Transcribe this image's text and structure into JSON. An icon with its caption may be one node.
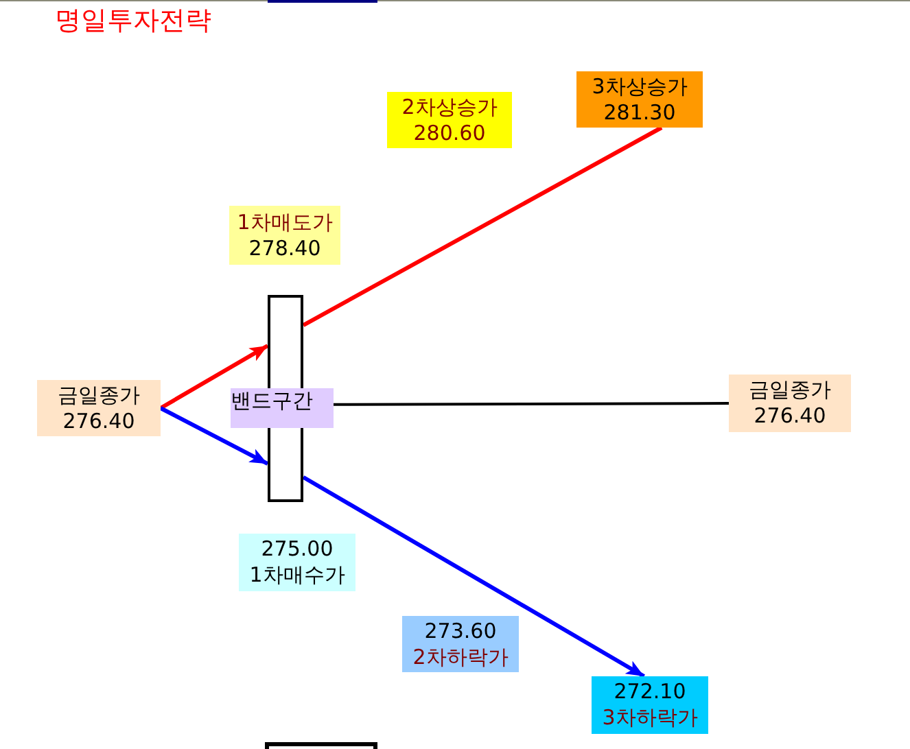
{
  "diagram": {
    "title": "명일투자전략",
    "nodes": [
      {
        "text": [
          "3차상승가",
          "281.30"
        ]
      },
      {
        "text": [
          "2차상승가",
          "280.60"
        ]
      },
      {
        "text": [
          "1차매도가",
          "278.40"
        ]
      },
      {
        "text": [],
        "shape": "bar"
      },
      {
        "text": [
          "금일종가",
          "276.40"
        ]
      },
      {
        "text": [
          "밴드구간"
        ]
      },
      {
        "text": [
          "금일종가",
          "276.40"
        ]
      },
      {
        "text": [
          "275.00",
          "1차매수가"
        ]
      },
      {
        "text": [
          "273.60",
          "2차하락가"
        ]
      },
      {
        "text": [
          "272.10",
          "3차하락가"
        ]
      }
    ],
    "edges": [
      {
        "from": 4,
        "to": 3,
        "arrow": "to",
        "color": "#ff0000"
      },
      {
        "from": 4,
        "to": 3,
        "arrow": "to",
        "color": "#0000ff"
      },
      {
        "from": 3,
        "to": 0,
        "arrow": "none",
        "color": "#ff0000"
      },
      {
        "from": 3,
        "to": 9,
        "arrow": "to",
        "color": "#0000ff"
      },
      {
        "from": 5,
        "to": 6,
        "arrow": "none",
        "color": "#000000"
      }
    ]
  }
}
